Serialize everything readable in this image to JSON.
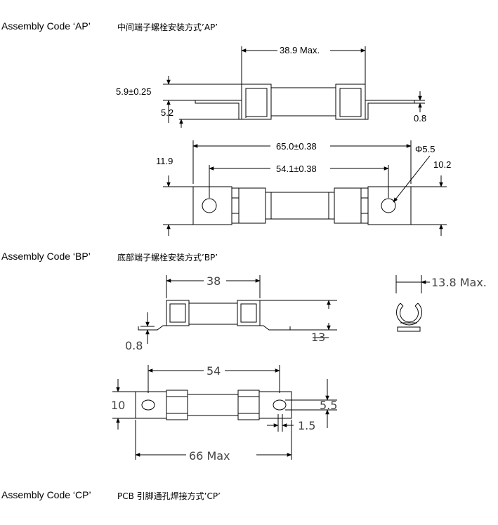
{
  "sections": {
    "ap": {
      "title": "Assembly Code ‘AP’",
      "subtitle": "中间端子螺栓安装方式’AP’"
    },
    "bp": {
      "title": "Assembly Code ‘BP’",
      "subtitle": "底部端子螺栓安装方式’BP’"
    },
    "cp": {
      "title": "Assembly Code ‘CP’",
      "subtitle": "PCB 引脚通孔焊接方式’CP’"
    }
  },
  "ap_dims": {
    "max_len": "38.9 Max.",
    "height_tol": "5.9±0.25",
    "height": "5.2",
    "thickness": "0.8",
    "total_len": "65.0±0.38",
    "hole_dia": "Φ5.5",
    "tab_height": "11.9",
    "hole_span": "54.1±0.38",
    "tab_width": "10.2"
  },
  "bp_dims": {
    "body_len": "38",
    "end_max": "13.8 Max.",
    "thickness": "0.8",
    "height": "13",
    "hole_span": "54",
    "tab_width": "10",
    "hole_dia": "5.5",
    "slot": "1.5",
    "total_max": "66 Max"
  }
}
